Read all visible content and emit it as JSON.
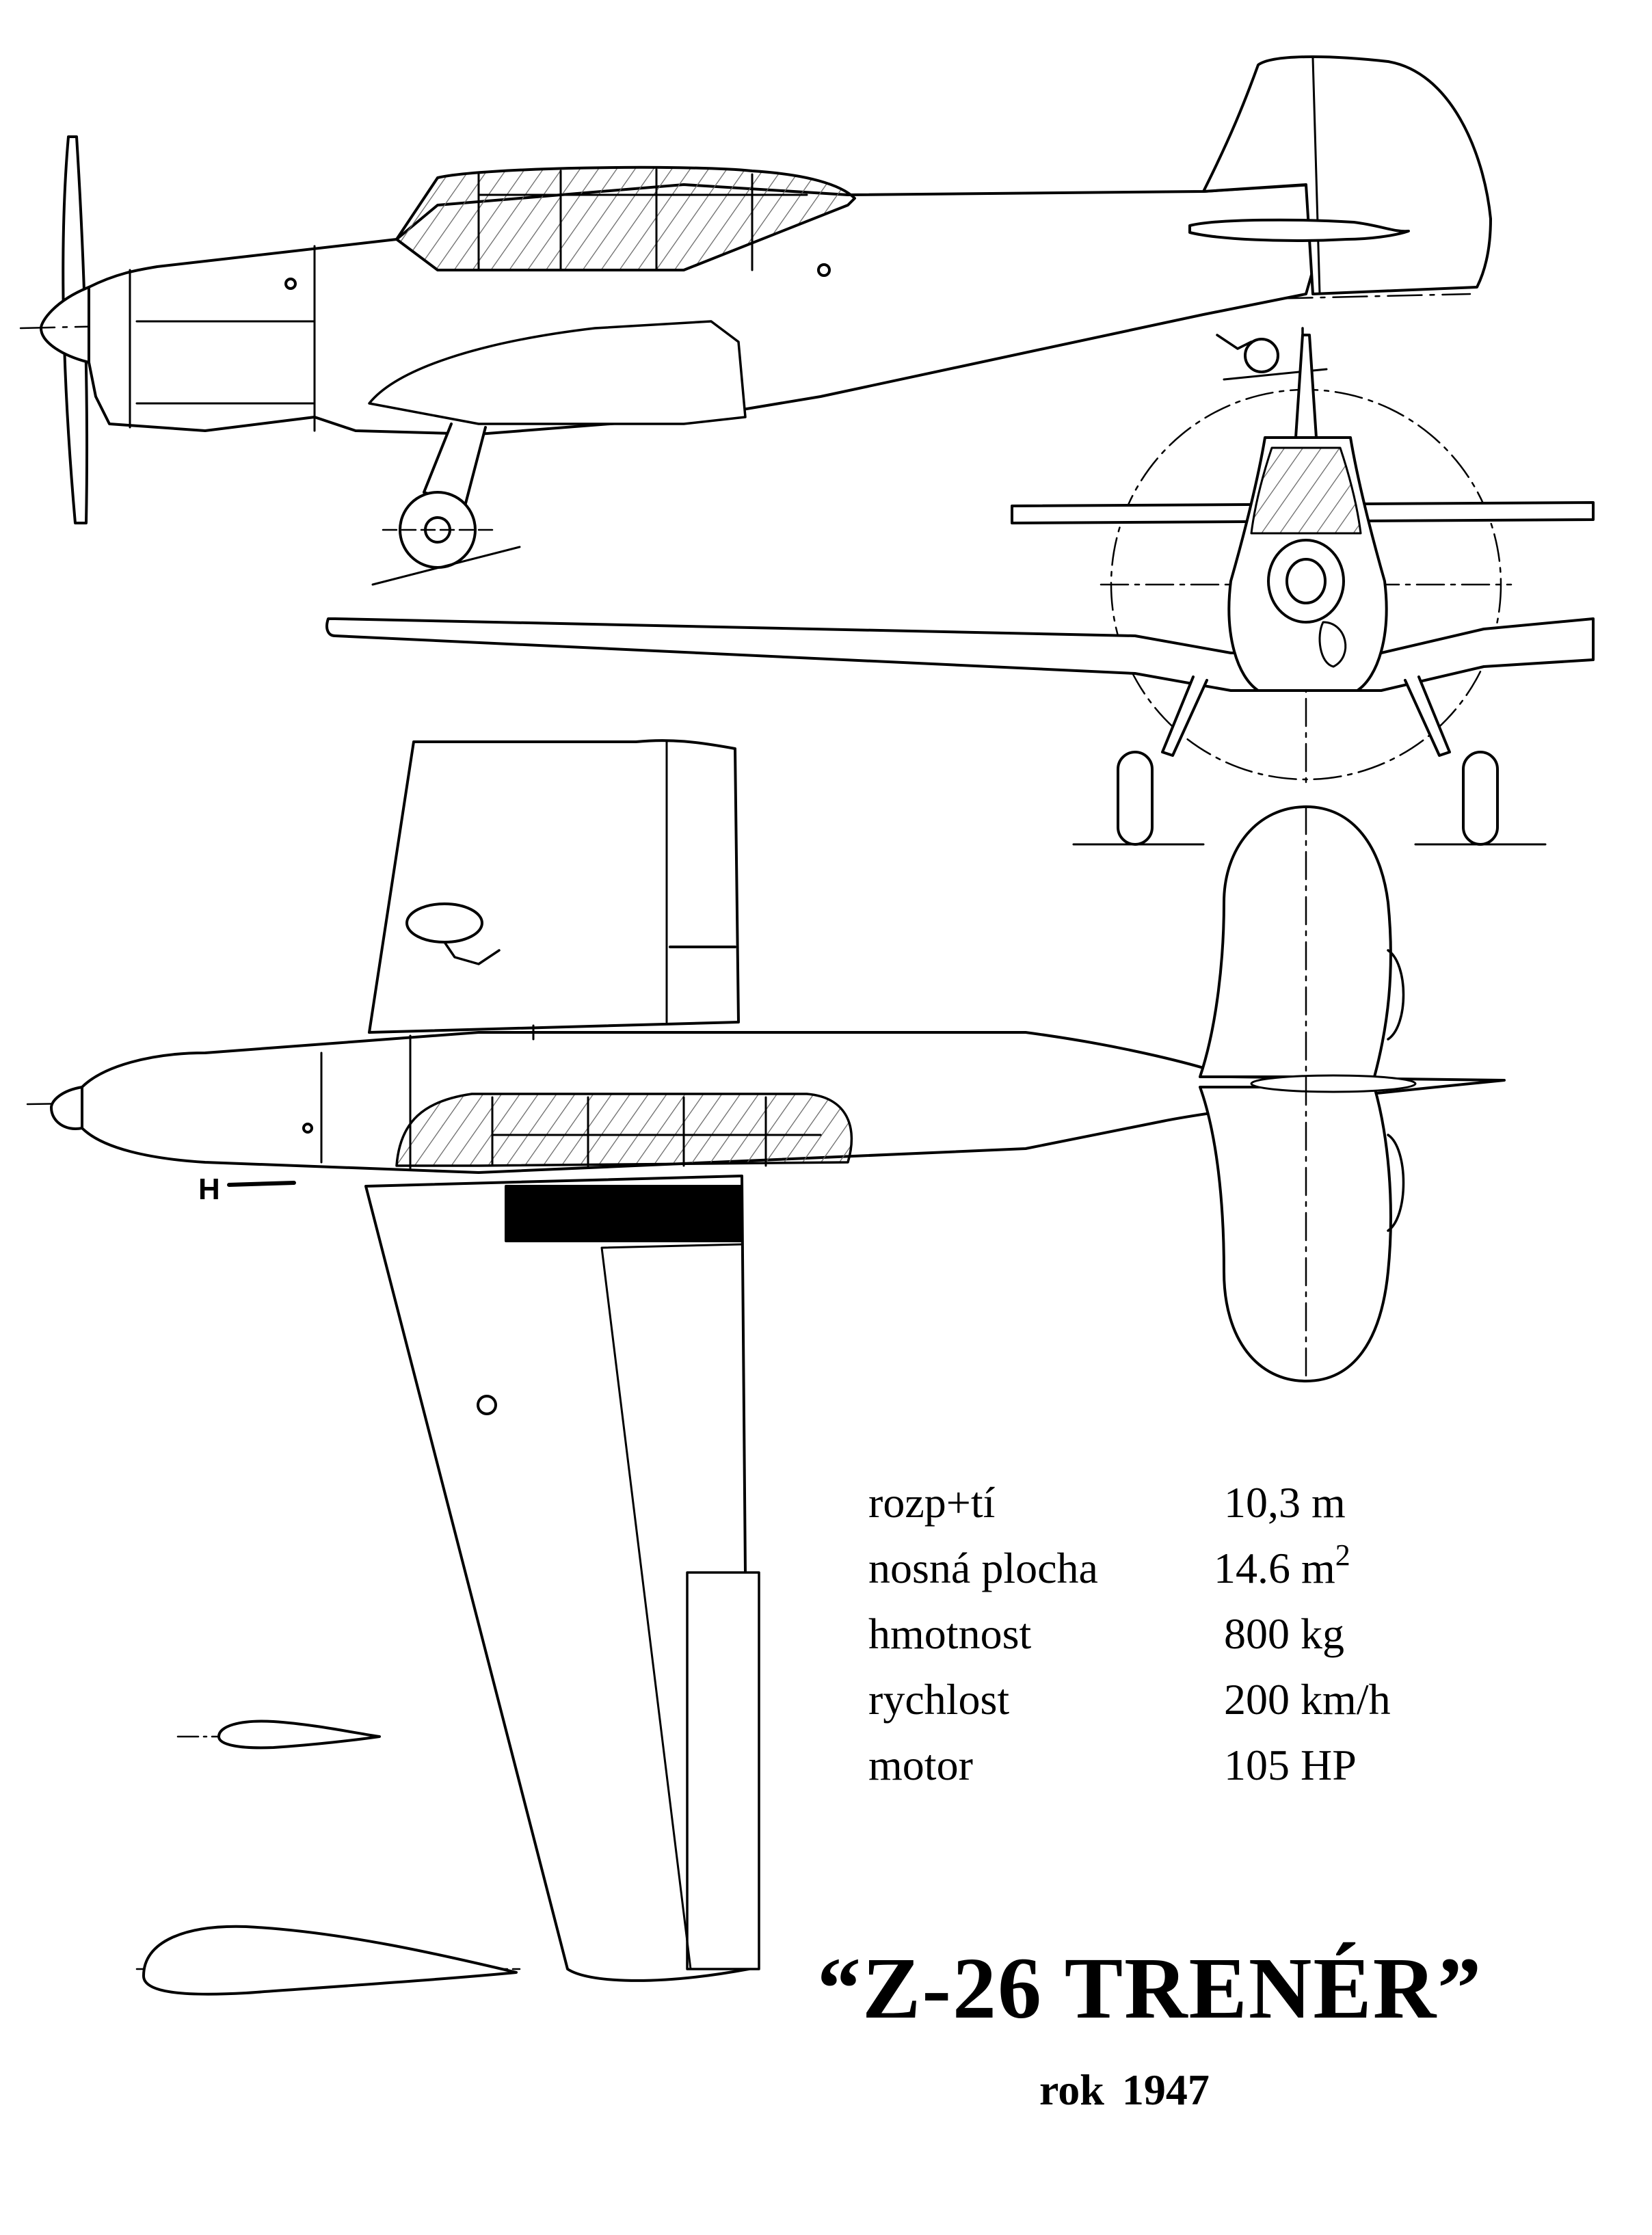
{
  "title": "“Z-26  TRENÉR”",
  "subtitle": "rok  1947",
  "marker_letter": "H",
  "specs": [
    {
      "label": "rozp+tí",
      "value": "10,3 m",
      "sup": ""
    },
    {
      "label": "nosná plocha",
      "value": "14.6 m",
      "sup": "2"
    },
    {
      "label": "hmotnost",
      "value": "800 kg",
      "sup": ""
    },
    {
      "label": "rychlost",
      "value": "200 km/h",
      "sup": ""
    },
    {
      "label": "motor",
      "value": "105 HP",
      "sup": ""
    }
  ],
  "colors": {
    "ink": "#000000",
    "paper": "#ffffff",
    "hatch": "#666666"
  }
}
